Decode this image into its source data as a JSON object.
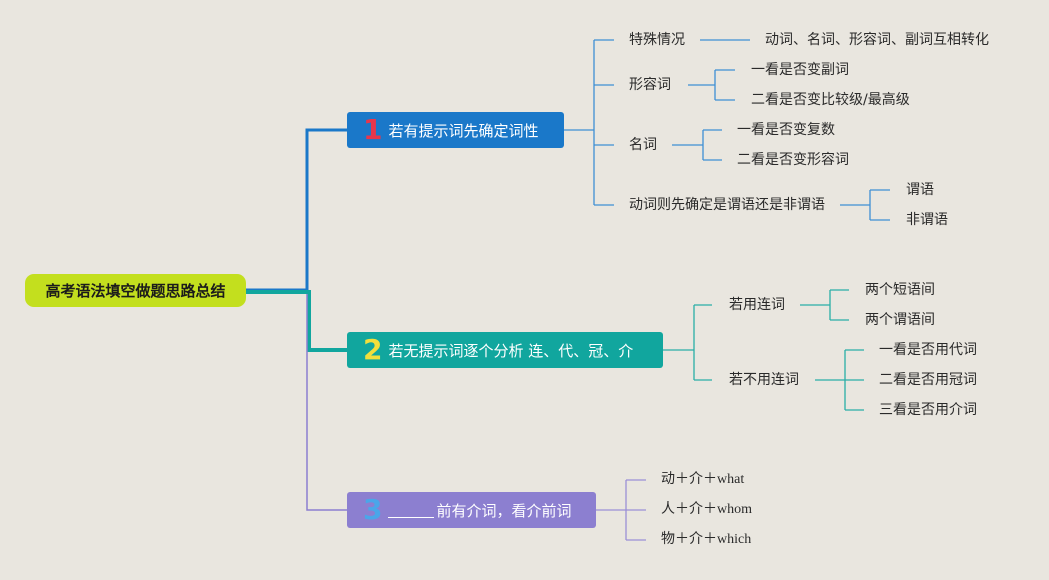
{
  "root": {
    "label": "高考语法填空做题思路总结"
  },
  "branches": [
    {
      "number": "1",
      "label": "若有提示词先确定词性",
      "color": "#1a78c9",
      "children": [
        {
          "label": "特殊情况",
          "children": [
            "动词、名词、形容词、副词互相转化"
          ]
        },
        {
          "label": "形容词",
          "children": [
            "一看是否变副词",
            "二看是否变比较级/最高级"
          ]
        },
        {
          "label": "名词",
          "children": [
            "一看是否变复数",
            "二看是否变形容词"
          ]
        },
        {
          "label": "动词则先确定是谓语还是非谓语",
          "children": [
            "谓语",
            "非谓语"
          ]
        }
      ]
    },
    {
      "number": "2",
      "label": "若无提示词逐个分析 连、代、冠、介",
      "color": "#11a69e",
      "children": [
        {
          "label": "若用连词",
          "children": [
            "两个短语间",
            "两个谓语间"
          ]
        },
        {
          "label": "若不用连词",
          "children": [
            "一看是否用代词",
            "二看是否用冠词",
            "三看是否用介词"
          ]
        }
      ]
    },
    {
      "number": "3",
      "label": "前有介词，看介前词",
      "color": "#8c7fd0",
      "children": [
        {
          "label": "动＋介＋what"
        },
        {
          "label": "人＋介＋whom"
        },
        {
          "label": "物＋介＋which"
        }
      ]
    }
  ]
}
